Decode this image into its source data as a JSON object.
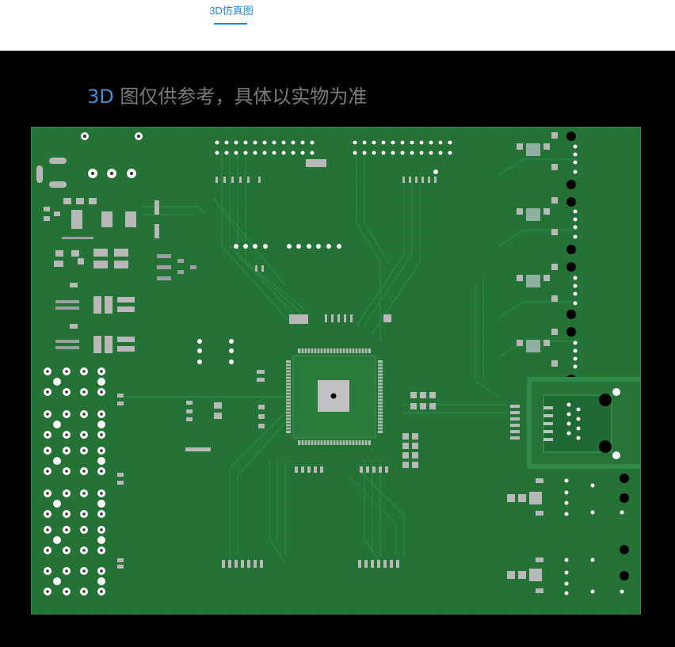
{
  "tabs": {
    "active_label": "3D仿真图"
  },
  "notice": {
    "accent": "3D",
    "text": " 图仅供参考，具体以实物为准"
  },
  "colors": {
    "accent": "#1e88e5",
    "board_green": "#257236",
    "pad_gray": "#b8b8b8",
    "background": "#000000"
  }
}
